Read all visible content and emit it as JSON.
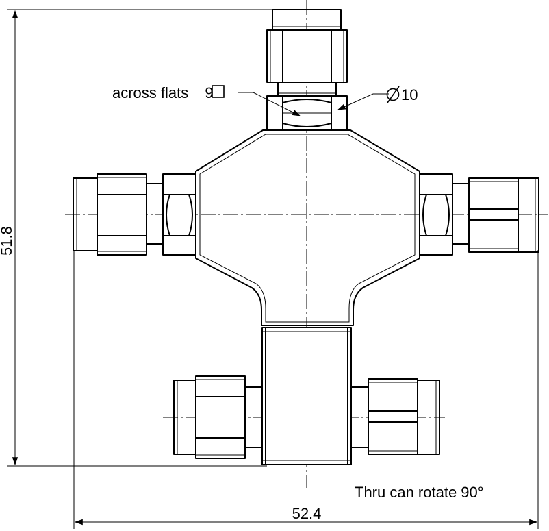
{
  "annotations": {
    "across_flats_prefix": "across flats ",
    "across_flats_value": "9",
    "diameter_value": "10",
    "note": "Thru can rotate 90°"
  },
  "dimensions": {
    "height": "51.8",
    "width": "52.4"
  }
}
